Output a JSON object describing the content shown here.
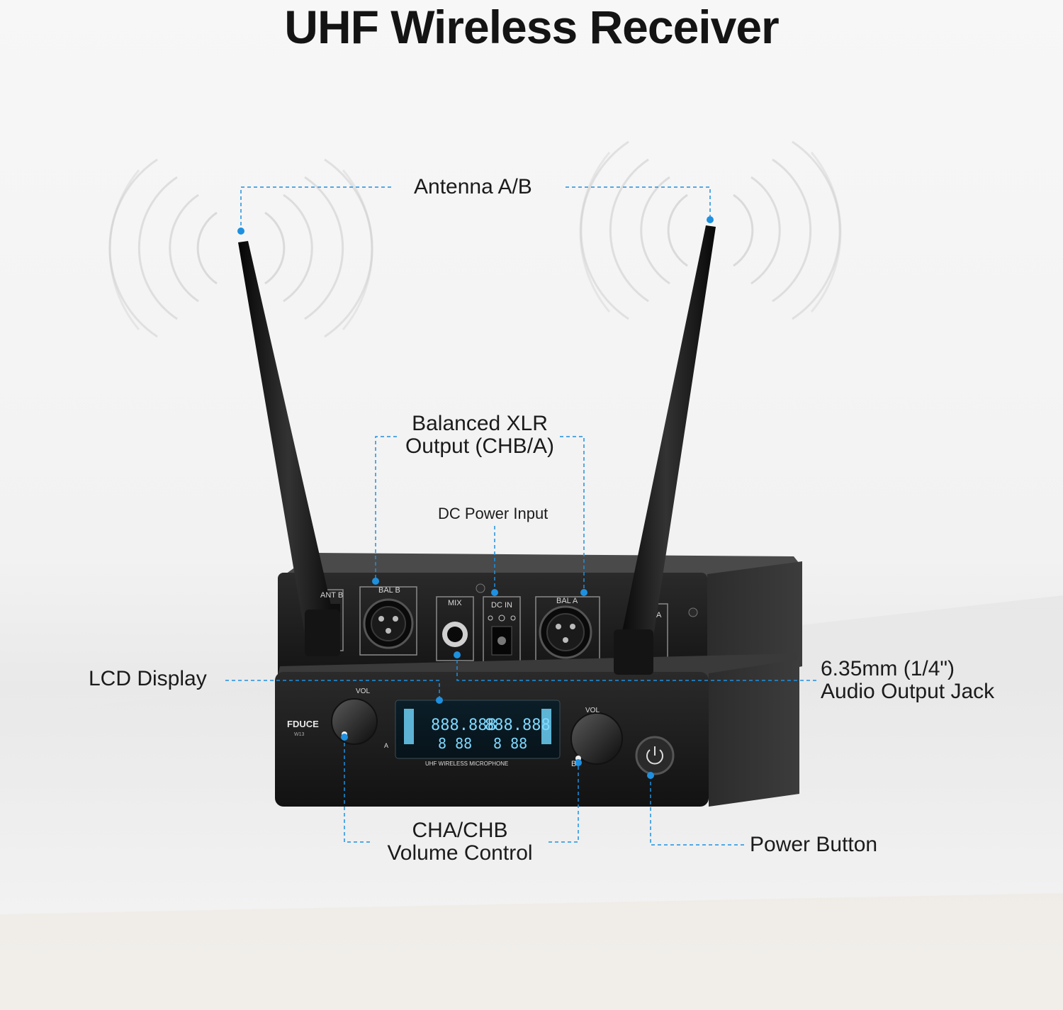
{
  "title": "UHF Wireless Receiver",
  "callouts": {
    "antenna": "Antenna A/B",
    "xlr_line1": "Balanced XLR",
    "xlr_line2": "Output (CHB/A)",
    "dc_power": "DC Power Input",
    "lcd": "LCD Display",
    "jack_line1": "6.35mm (1/4\")",
    "jack_line2": "Audio Output Jack",
    "volume_line1": "CHA/CHB",
    "volume_line2": "Volume Control",
    "power": "Power Button"
  },
  "rear_panel": {
    "ant_b": "ANT B",
    "bal_b": "BAL B",
    "mix": "MIX",
    "dc_in": "DC IN",
    "bal_a": "BAL A",
    "ant_a": "A"
  },
  "front_panel": {
    "brand": "FDUCE",
    "model": "W13",
    "vol_left": "VOL",
    "vol_right": "VOL",
    "channel_a": "A",
    "channel_b": "B",
    "lcd_caption": "UHF WIRELESS MICROPHONE",
    "freq_a": "888.888",
    "freq_b": "888.888",
    "ch_a": "8 88",
    "ch_b": "8 88"
  },
  "colors": {
    "accent": "#1e90e0",
    "lcd": "#7fd8ff",
    "device": "#1f1f1f"
  },
  "icons": [
    "radio-wave-icon",
    "power-icon",
    "xlr-connector-icon",
    "audio-jack-icon",
    "dc-barrel-icon"
  ]
}
